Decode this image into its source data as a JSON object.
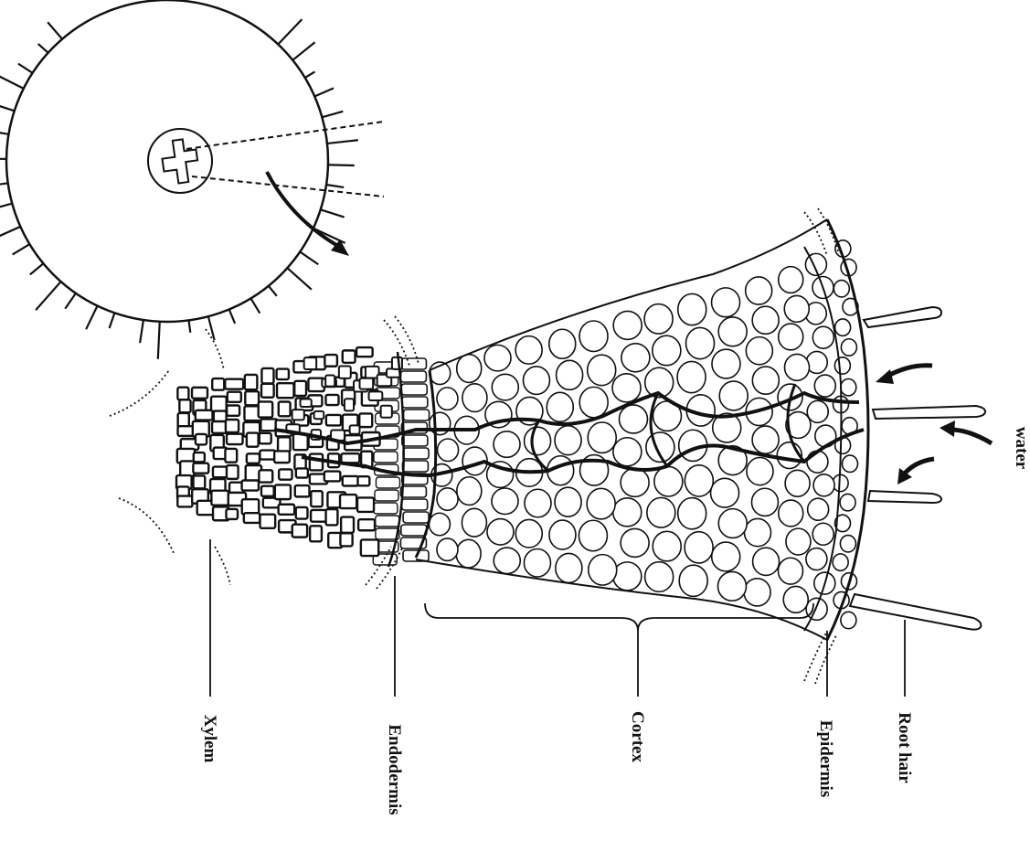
{
  "labels": {
    "water": "water",
    "root_hair": "Root hair",
    "epidermis": "Epidermis",
    "cortex": "Cortex",
    "endodermis": "Endodermis",
    "xylem": "Xylem"
  },
  "colors": {
    "ink": "#111111",
    "paper": "#ffffff"
  }
}
